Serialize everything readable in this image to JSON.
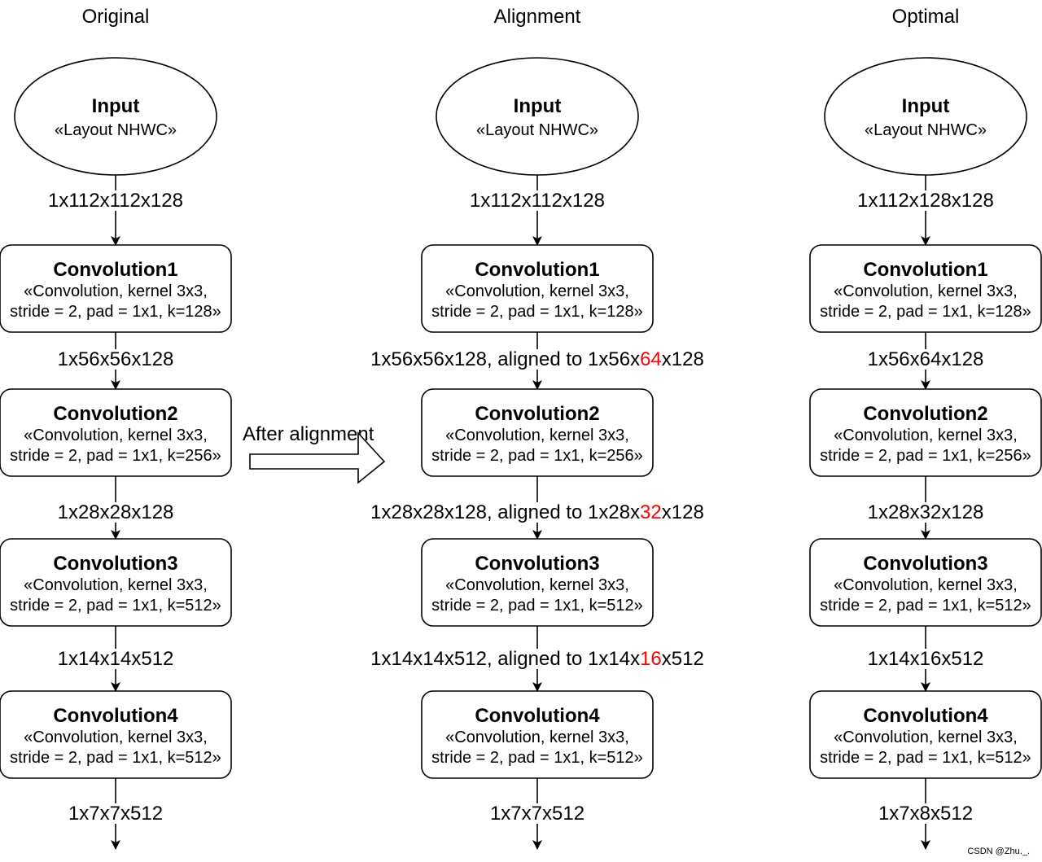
{
  "columns": [
    {
      "title": "Original",
      "input": {
        "title": "Input",
        "subtitle": "«Layout NHWC»"
      },
      "convs": [
        {
          "title": "Convolution1",
          "line1": "«Convolution, kernel 3x3,",
          "line2": "stride = 2, pad = 1x1, k=128»"
        },
        {
          "title": "Convolution2",
          "line1": "«Convolution, kernel 3x3,",
          "line2": "stride = 2, pad = 1x1, k=256»"
        },
        {
          "title": "Convolution3",
          "line1": "«Convolution, kernel 3x3,",
          "line2": "stride = 2, pad = 1x1, k=512»"
        },
        {
          "title": "Convolution4",
          "line1": "«Convolution, kernel 3x3,",
          "line2": "stride = 2, pad = 1x1, k=512»"
        }
      ],
      "edges": [
        [
          {
            "text": "1x112x112x128"
          }
        ],
        [
          {
            "text": "1x56x56x128"
          }
        ],
        [
          {
            "text": "1x28x28x128"
          }
        ],
        [
          {
            "text": "1x14x14x512"
          }
        ],
        [
          {
            "text": "1x7x7x512"
          }
        ]
      ]
    },
    {
      "title": "Alignment",
      "input": {
        "title": "Input",
        "subtitle": "«Layout NHWC»"
      },
      "convs": [
        {
          "title": "Convolution1",
          "line1": "«Convolution, kernel 3x3,",
          "line2": "stride = 2, pad = 1x1, k=128»"
        },
        {
          "title": "Convolution2",
          "line1": "«Convolution, kernel 3x3,",
          "line2": "stride = 2, pad = 1x1, k=256»"
        },
        {
          "title": "Convolution3",
          "line1": "«Convolution, kernel 3x3,",
          "line2": "stride = 2, pad = 1x1, k=512»"
        },
        {
          "title": "Convolution4",
          "line1": "«Convolution, kernel 3x3,",
          "line2": "stride = 2, pad = 1x1, k=512»"
        }
      ],
      "edges": [
        [
          {
            "text": "1x112x112x128"
          }
        ],
        [
          {
            "text": "1x56x56x128, aligned to 1x56x"
          },
          {
            "text": "64",
            "highlight": true
          },
          {
            "text": "x128"
          }
        ],
        [
          {
            "text": "1x28x28x128, aligned to 1x28x"
          },
          {
            "text": "32",
            "highlight": true
          },
          {
            "text": "x128"
          }
        ],
        [
          {
            "text": "1x14x14x512, aligned to 1x14x"
          },
          {
            "text": "16",
            "highlight": true
          },
          {
            "text": "x512"
          }
        ],
        [
          {
            "text": "1x7x7x512"
          }
        ]
      ]
    },
    {
      "title": "Optimal",
      "input": {
        "title": "Input",
        "subtitle": "«Layout NHWC»"
      },
      "convs": [
        {
          "title": "Convolution1",
          "line1": "«Convolution, kernel 3x3,",
          "line2": "stride = 2, pad = 1x1, k=128»"
        },
        {
          "title": "Convolution2",
          "line1": "«Convolution, kernel 3x3,",
          "line2": "stride = 2, pad = 1x1, k=256»"
        },
        {
          "title": "Convolution3",
          "line1": "«Convolution, kernel 3x3,",
          "line2": "stride = 2, pad = 1x1, k=512»"
        },
        {
          "title": "Convolution4",
          "line1": "«Convolution, kernel 3x3,",
          "line2": "stride = 2, pad = 1x1, k=512»"
        }
      ],
      "edges": [
        [
          {
            "text": "1x112x128x128"
          }
        ],
        [
          {
            "text": "1x56x64x128"
          }
        ],
        [
          {
            "text": "1x28x32x128"
          }
        ],
        [
          {
            "text": "1x14x16x512"
          }
        ],
        [
          {
            "text": "1x7x8x512"
          }
        ]
      ]
    }
  ],
  "transition": {
    "label": "After alignment"
  },
  "watermark": "CSDN @Zhu._.",
  "colors": {
    "highlight": "#ff0000",
    "stroke": "#000000",
    "fill": "#ffffff"
  }
}
